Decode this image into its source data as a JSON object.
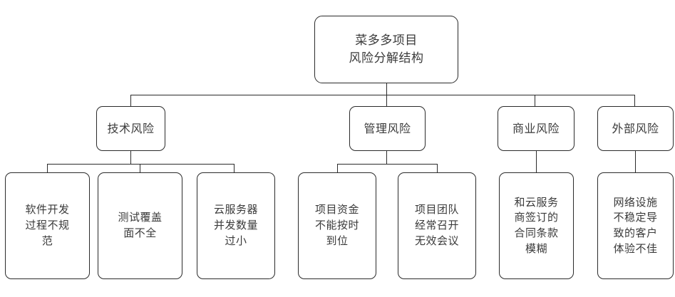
{
  "diagram": {
    "type": "tree",
    "title_node": {
      "id": "root",
      "label": "菜多多项目\n风险分解结构",
      "shape": "rounded-rectangle"
    },
    "categories": [
      {
        "id": "tech",
        "label": "技术风险",
        "risks": [
          {
            "id": "tech-1",
            "label": "软件开发\n过程不规\n范"
          },
          {
            "id": "tech-2",
            "label": "测试覆盖\n面不全"
          },
          {
            "id": "tech-3",
            "label": "云服务器\n并发数量\n过小"
          }
        ]
      },
      {
        "id": "mgmt",
        "label": "管理风险",
        "risks": [
          {
            "id": "mgmt-1",
            "label": "项目资金\n不能按时\n到位"
          },
          {
            "id": "mgmt-2",
            "label": "项目团队\n经常召开\n无效会议"
          }
        ]
      },
      {
        "id": "biz",
        "label": "商业风险",
        "risks": [
          {
            "id": "biz-1",
            "label": "和云服务\n商签订的\n合同条款\n模糊"
          }
        ]
      },
      {
        "id": "ext",
        "label": "外部风险",
        "risks": [
          {
            "id": "ext-1",
            "label": "网络设施\n不稳定导\n致的客户\n体验不佳"
          }
        ]
      }
    ],
    "colors": {
      "border": "#2b2b2b",
      "text": "#3a3a3a",
      "background": "#ffffff",
      "connector": "#2b2b2b"
    }
  }
}
